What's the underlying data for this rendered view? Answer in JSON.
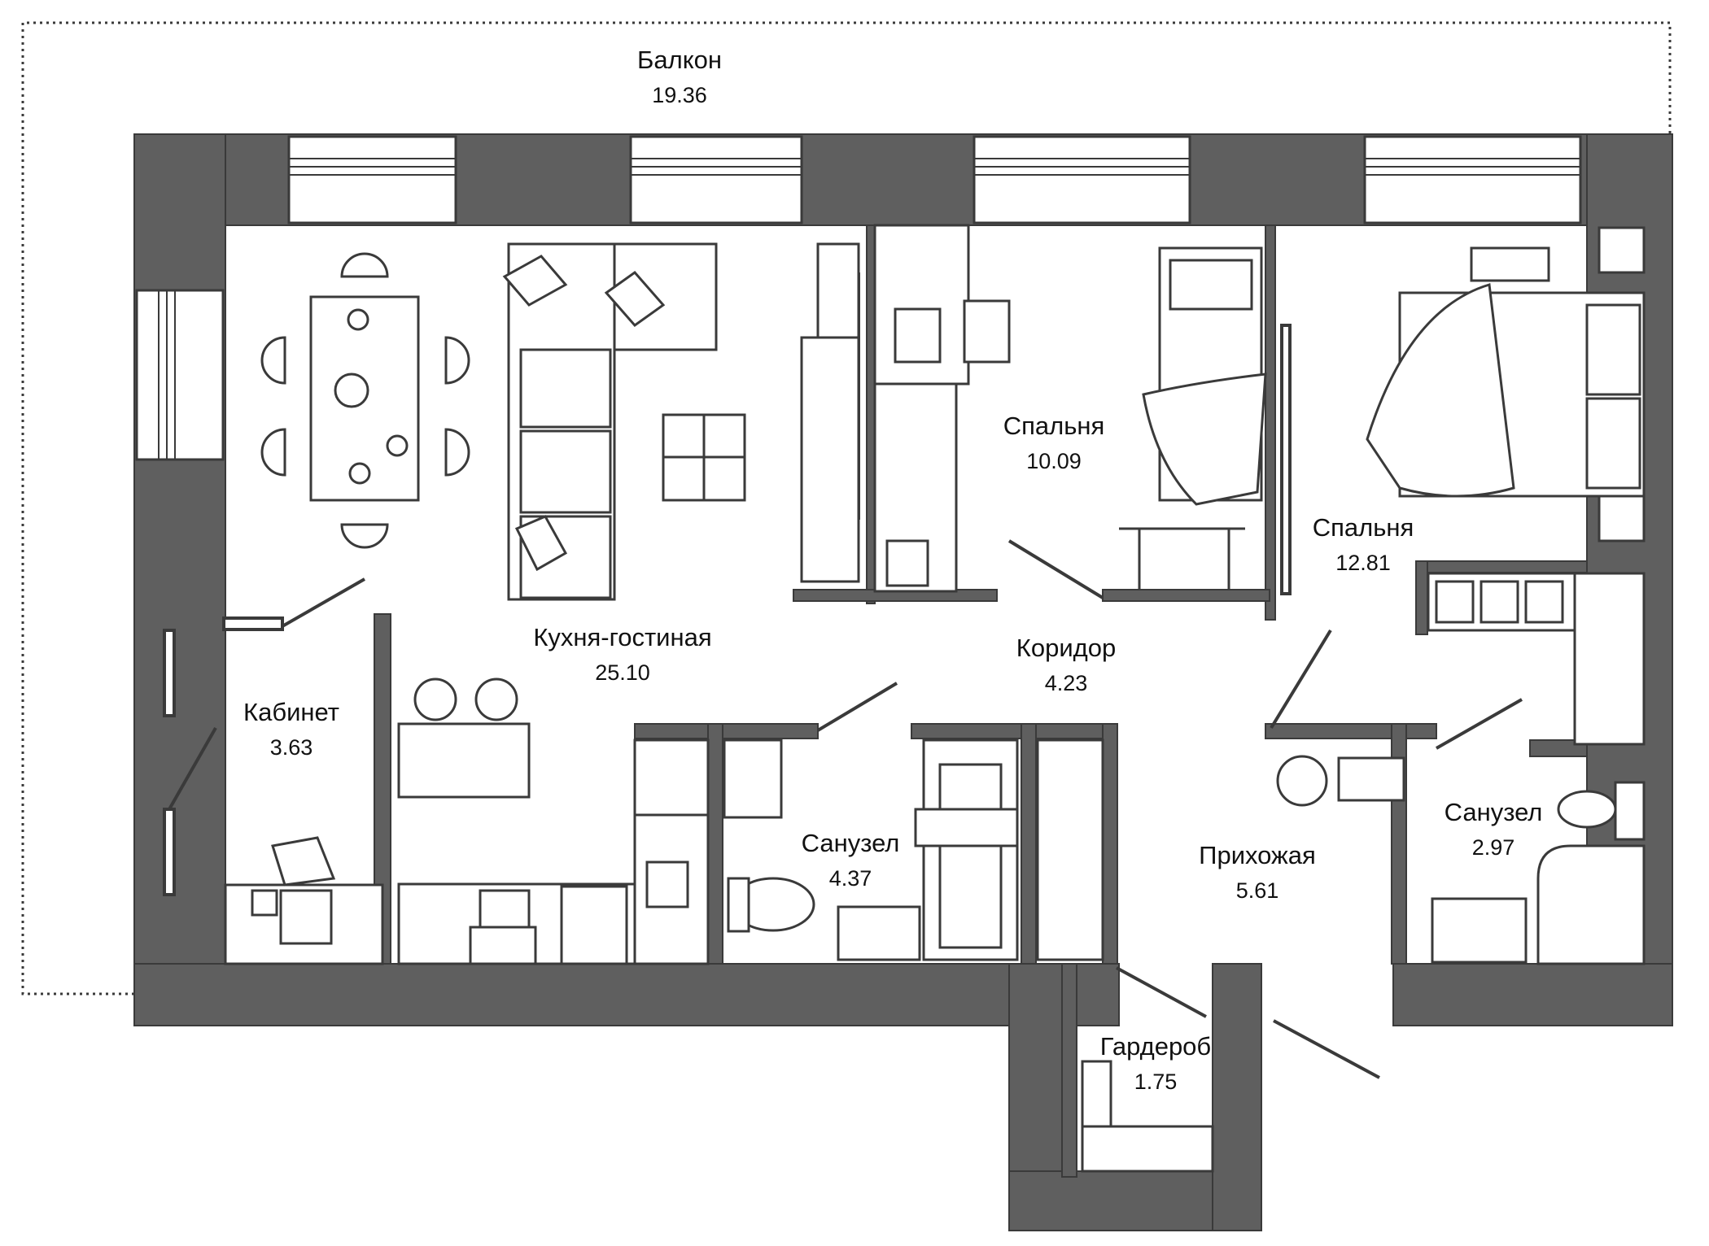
{
  "colors": {
    "wall": "#5f5f5f",
    "line": "#3a3a3a",
    "background": "#ffffff"
  },
  "rooms": [
    {
      "id": "balcony",
      "name": "Балкон",
      "area": "19.36"
    },
    {
      "id": "kitchen",
      "name": "Кухня-гостиная",
      "area": "25.10"
    },
    {
      "id": "bedroom1",
      "name": "Спальня",
      "area": "10.09"
    },
    {
      "id": "bedroom2",
      "name": "Спальня",
      "area": "12.81"
    },
    {
      "id": "corridor",
      "name": "Коридор",
      "area": "4.23"
    },
    {
      "id": "study",
      "name": "Кабинет",
      "area": "3.63"
    },
    {
      "id": "bathroom1",
      "name": "Санузел",
      "area": "4.37"
    },
    {
      "id": "hallway",
      "name": "Прихожая",
      "area": "5.61"
    },
    {
      "id": "bathroom2",
      "name": "Санузел",
      "area": "2.97"
    },
    {
      "id": "wardrobe",
      "name": "Гардероб",
      "area": "1.75"
    }
  ]
}
